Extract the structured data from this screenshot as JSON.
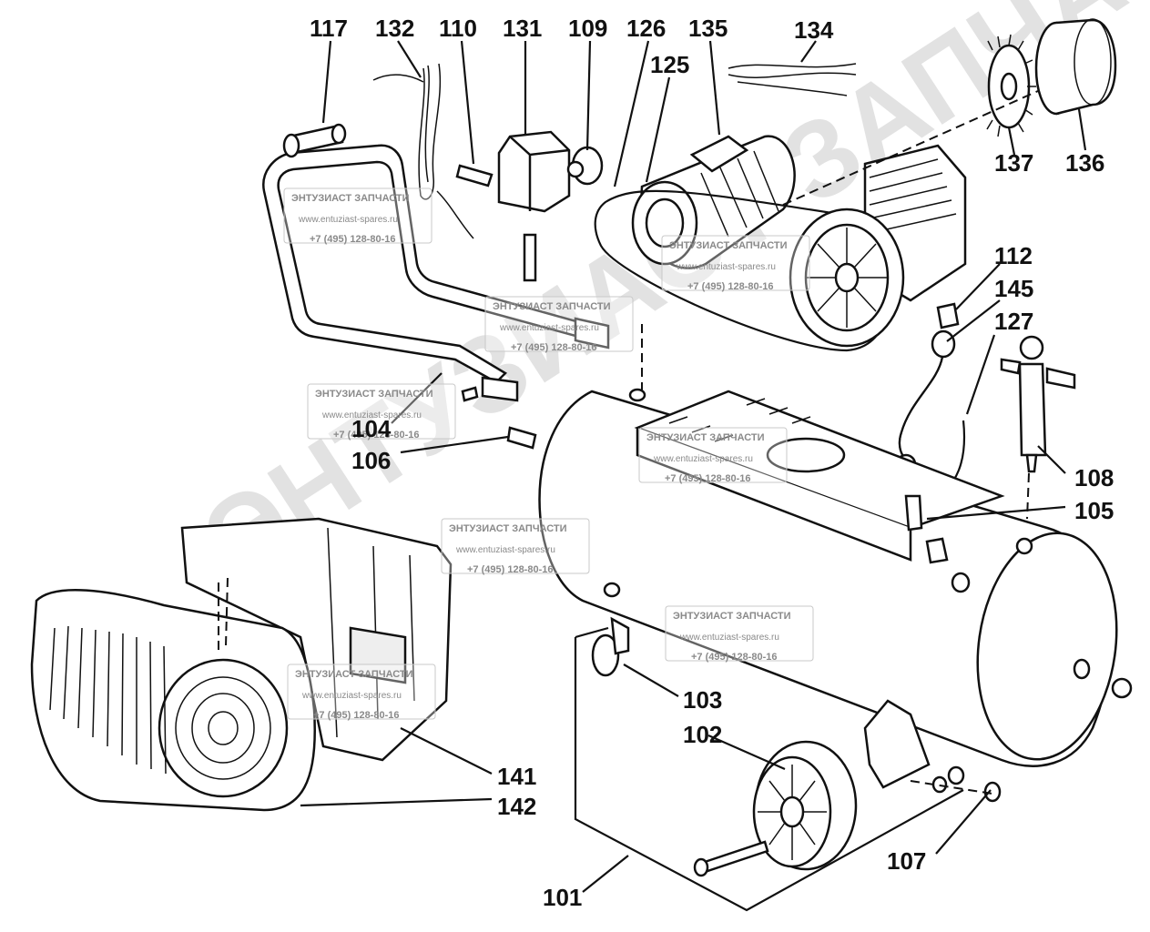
{
  "diagram": {
    "part_labels": [
      "117",
      "132",
      "110",
      "131",
      "109",
      "126",
      "135",
      "134",
      "125",
      "137",
      "136",
      "112",
      "145",
      "127",
      "104",
      "106",
      "108",
      "105",
      "103",
      "102",
      "141",
      "142",
      "107",
      "101"
    ]
  },
  "watermark": {
    "brand": "ЭНТУЗИАСТ ЗАПЧАСТИ",
    "site": "www.entuziast-spares.ru",
    "phone": "+7 (495) 128-80-16",
    "big_text": "ЭНТУЗИАСТ ЗАПЧАСТИ"
  }
}
